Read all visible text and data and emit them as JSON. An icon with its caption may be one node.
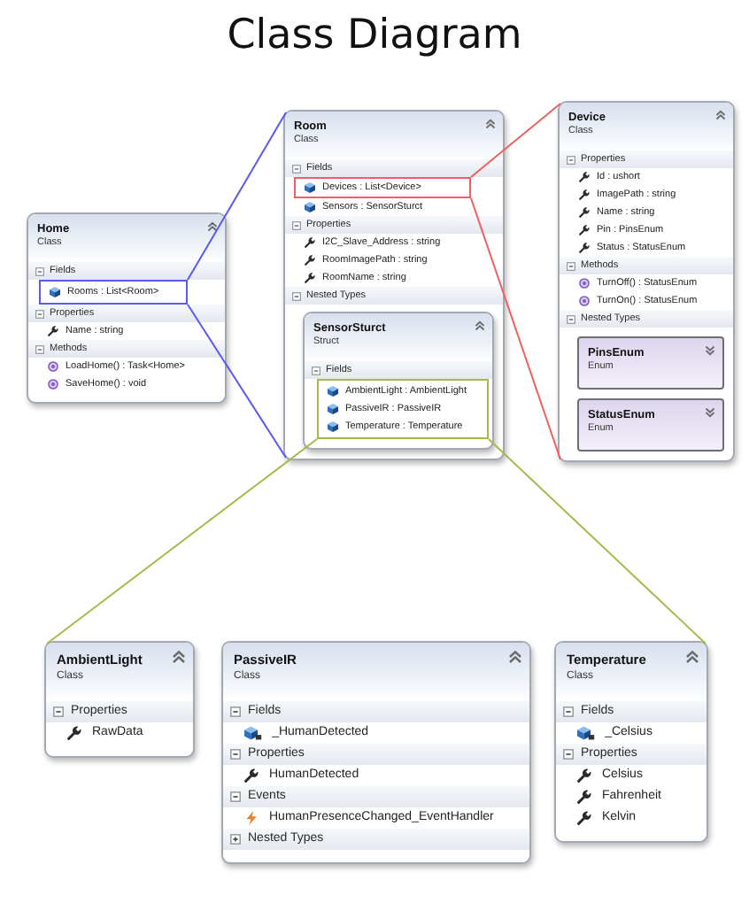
{
  "diagram": {
    "title": "Class Diagram",
    "nodes": [
      {
        "text": [
          "Home",
          "Class",
          "Fields",
          "Properties",
          "Name : string",
          "Methods",
          "LoadHome() : Task<Home>",
          "SaveHome() : void"
        ]
      },
      {
        "text": [
          "Rooms : List<Room>"
        ],
        "in": 0
      },
      {
        "text": [
          "Room",
          "Class",
          "Fields",
          "Sensors : SensorSturct",
          "Properties",
          "I2C_Slave_Address : string",
          "RoomImagePath : string",
          "RoomName : string",
          "Nested Types"
        ]
      },
      {
        "text": [
          "Devices : List<Device>"
        ],
        "in": 2
      },
      {
        "text": [
          "SensorSturct",
          "Struct",
          "Fields"
        ],
        "in": 2
      },
      {
        "text": [
          "AmbientLight : AmbientLight",
          "PassiveIR : PassiveIR",
          "Temperature : Temperature"
        ],
        "in": 4
      },
      {
        "text": [
          "Device",
          "Class",
          "Properties",
          "Id : ushort",
          "ImagePath : string",
          "Name : string",
          "Pin : PinsEnum",
          "Status : StatusEnum",
          "Methods",
          "TurnOff() : StatusEnum",
          "TurnOn() : StatusEnum",
          "Nested Types"
        ]
      },
      {
        "text": [
          "PinsEnum",
          "Enum"
        ],
        "in": 6
      },
      {
        "text": [
          "StatusEnum",
          "Enum"
        ],
        "in": 6
      },
      {
        "text": [
          "AmbientLight",
          "Class",
          "Properties",
          "RawData"
        ]
      },
      {
        "text": [
          "PassiveIR",
          "Class",
          "Fields",
          "_HumanDetected",
          "Properties",
          "HumanDetected",
          "Events",
          "HumanPresenceChanged_EventHandler",
          "Nested Types"
        ]
      },
      {
        "text": [
          "Temperature",
          "Class",
          "Fields",
          "_Celsius",
          "Properties",
          "Celsius",
          "Fahrenheit",
          "Kelvin"
        ]
      }
    ],
    "edges": [
      {
        "from": 1,
        "to": 2,
        "arrow": "none",
        "color": "#5a5af0"
      },
      {
        "from": 1,
        "to": 2,
        "arrow": "none",
        "color": "#5a5af0"
      },
      {
        "from": 3,
        "to": 6,
        "arrow": "none",
        "color": "#f06060"
      },
      {
        "from": 3,
        "to": 6,
        "arrow": "none",
        "color": "#f06060"
      },
      {
        "from": 5,
        "to": 9,
        "arrow": "none",
        "color": "#a8b84c"
      },
      {
        "from": 5,
        "to": 11,
        "arrow": "none",
        "color": "#a8b84c"
      }
    ]
  }
}
